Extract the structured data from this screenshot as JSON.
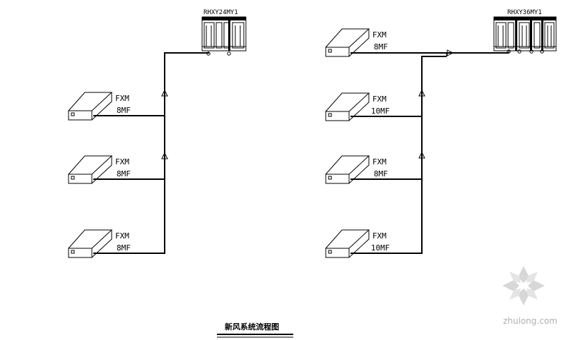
{
  "title": "新风系统流程图",
  "watermark": "zhulong.com",
  "colors": {
    "line": "#000000",
    "watermark": "#c8c8c8"
  },
  "systems": [
    {
      "outdoor_model": "RHXY24MY1",
      "indoor_units": [
        {
          "model": "FXM",
          "capacity": "8MF"
        },
        {
          "model": "FXM",
          "capacity": "8MF"
        },
        {
          "model": "FXM",
          "capacity": "8MF"
        }
      ]
    },
    {
      "outdoor_model": "RHXY36MY1",
      "indoor_units": [
        {
          "model": "FXM",
          "capacity": "8MF"
        },
        {
          "model": "FXM",
          "capacity": "10MF"
        },
        {
          "model": "FXM",
          "capacity": "8MF"
        },
        {
          "model": "FXM",
          "capacity": "10MF"
        }
      ]
    }
  ]
}
